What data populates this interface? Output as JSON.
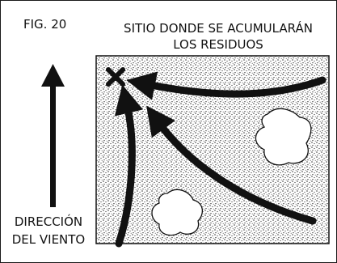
{
  "figure": {
    "label": "FIG. 20",
    "title_lines": [
      "SITIO DONDE SE ACUMULARÁN",
      "LOS RESIDUOS"
    ],
    "wind_label_lines": [
      "DIRECCIÓN",
      "DEL VIENTO"
    ],
    "accumulation_marker_icon": "x-mark-icon",
    "wind_arrow_icon": "up-arrow-icon",
    "colors": {
      "ink": "#111111",
      "paper": "#ffffff",
      "stipple": "#2a2a2a"
    }
  }
}
